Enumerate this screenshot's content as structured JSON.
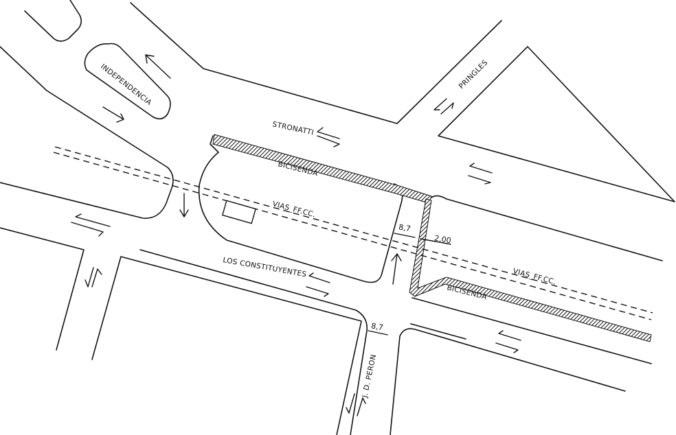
{
  "streets": {
    "independencia": "INDEPENDENCIA",
    "stronatti": "STRONATTI",
    "pringles": "PRINGLES",
    "los_constituyentes": "LOS CONSTITUYENTES",
    "jd_peron": "J. D. PERON"
  },
  "features": {
    "bicisenda_north": "BICISENDA",
    "bicisenda_south": "BICISENDA",
    "railway_center": "VIAS_FF.CC.",
    "railway_east": "VIAS_FF.CC."
  },
  "dimensions": {
    "crossing_width": "8,7",
    "bikepath_width": "2,00",
    "peron_width": "8,7"
  },
  "traffic_arrows": [
    {
      "id": "independencia-up-left",
      "type": "one-way"
    },
    {
      "id": "independencia-down-right",
      "type": "one-way"
    },
    {
      "id": "stronatti",
      "type": "two-way"
    },
    {
      "id": "pringles",
      "type": "two-way"
    },
    {
      "id": "east-avenue",
      "type": "two-way"
    },
    {
      "id": "crossing-down",
      "type": "one-way"
    },
    {
      "id": "crossing-up",
      "type": "one-way"
    },
    {
      "id": "west-avenue",
      "type": "two-way"
    },
    {
      "id": "west-cross-street",
      "type": "two-way"
    },
    {
      "id": "los-constituyentes",
      "type": "two-way"
    },
    {
      "id": "south-east-avenue",
      "type": "two-way"
    },
    {
      "id": "peron",
      "type": "two-way"
    }
  ],
  "colors": {
    "line": "#111111",
    "background": "#ffffff"
  }
}
